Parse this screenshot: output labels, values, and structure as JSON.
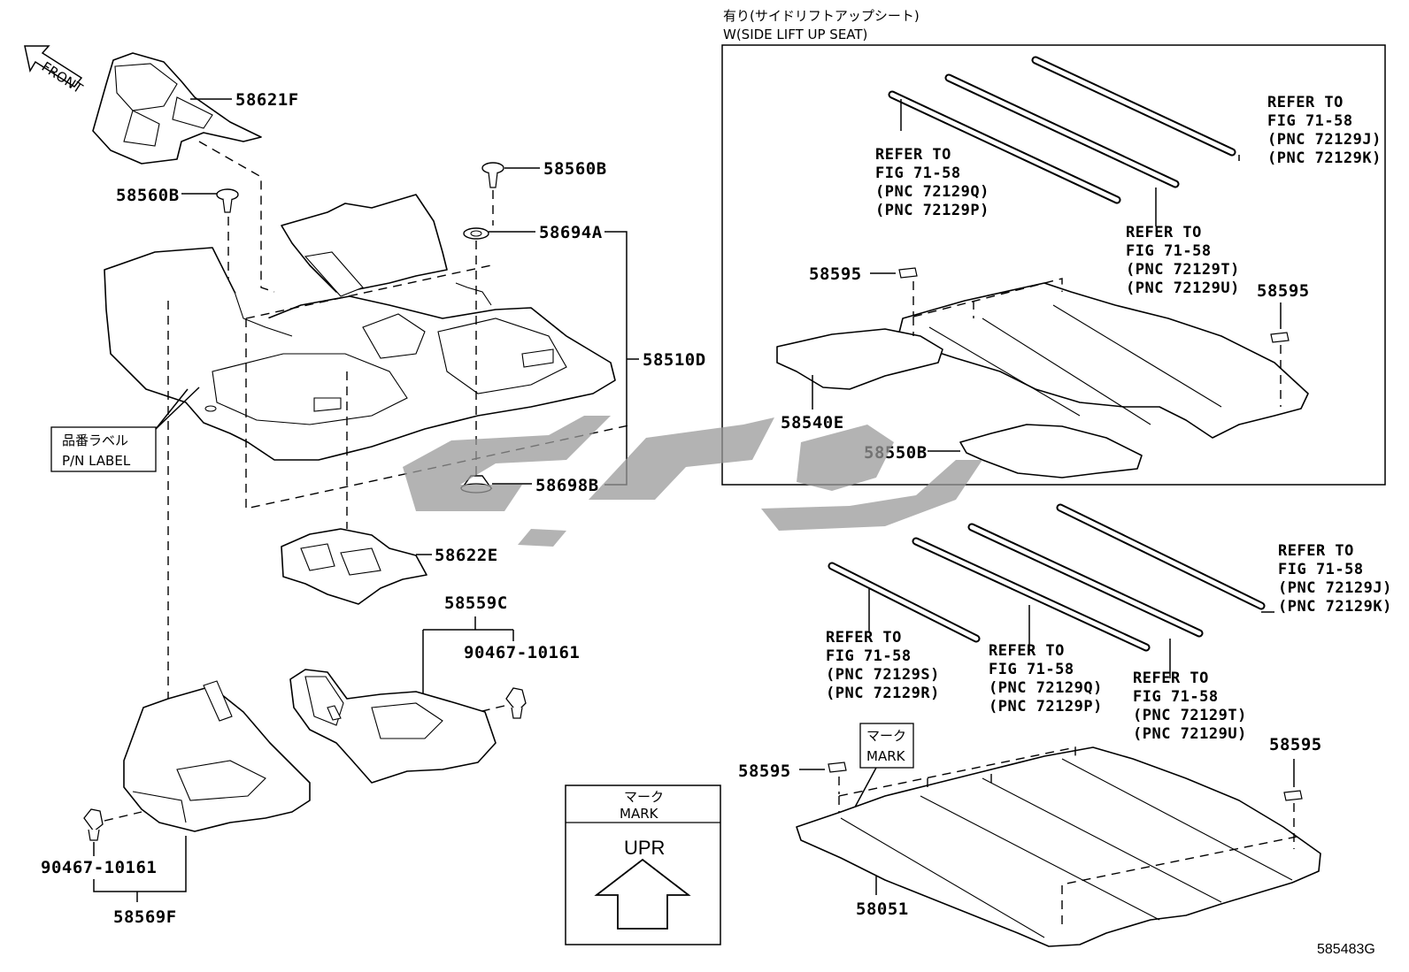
{
  "header": {
    "variant_jp": "有り(サイドリフトアップシート)",
    "variant_en": "W(SIDE LIFT UP SEAT)"
  },
  "front_label": "FRONT",
  "left_parts": {
    "p58621F": "58621F",
    "p58560B_right": "58560B",
    "p58560B_left": "58560B",
    "p58694A": "58694A",
    "p58510D": "58510D",
    "p58698B": "58698B",
    "p58622E": "58622E",
    "p58559C": "58559C",
    "p90467_right": "90467-10161",
    "p90467_left": "90467-10161",
    "p58569F": "58569F"
  },
  "pn_label": {
    "jp": "品番ラベル",
    "en": "P/N LABEL"
  },
  "upper_box": {
    "refs": [
      {
        "lines": [
          "REFER TO",
          "FIG 71-58",
          "(PNC 72129J)",
          "(PNC 72129K)"
        ]
      },
      {
        "lines": [
          "REFER TO",
          "FIG 71-58",
          "(PNC 72129Q)",
          "(PNC 72129P)"
        ]
      },
      {
        "lines": [
          "REFER TO",
          "FIG 71-58",
          "(PNC 72129T)",
          "(PNC 72129U)"
        ]
      }
    ],
    "p58595_left": "58595",
    "p58595_right": "58595",
    "p58540E": "58540E",
    "p58550B": "58550B"
  },
  "lower_group": {
    "refs": [
      {
        "lines": [
          "REFER TO",
          "FIG 71-58",
          "(PNC 72129J)",
          "(PNC 72129K)"
        ]
      },
      {
        "lines": [
          "REFER TO",
          "FIG 71-58",
          "(PNC 72129S)",
          "(PNC 72129R)"
        ]
      },
      {
        "lines": [
          "REFER TO",
          "FIG 71-58",
          "(PNC 72129Q)",
          "(PNC 72129P)"
        ]
      },
      {
        "lines": [
          "REFER TO",
          "FIG 71-58",
          "(PNC 72129T)",
          "(PNC 72129U)"
        ]
      }
    ],
    "mark_jp": "マーク",
    "mark_en": "MARK",
    "p58595_left": "58595",
    "p58595_right": "58595",
    "p58051": "58051"
  },
  "mark_box": {
    "jp": "マーク",
    "en": "MARK",
    "arrow_text": "UPR"
  },
  "figure_id": "585483G"
}
